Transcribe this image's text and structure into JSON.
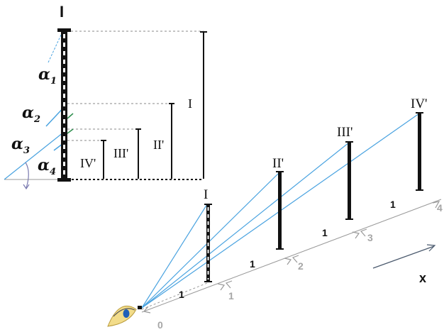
{
  "colors": {
    "sight_line": "#4aa3e0",
    "pole": "#111111",
    "axis": "#999999",
    "dotted": "#888888",
    "green_tick": "#2f8f4f",
    "eye_skin": "#f2dc8a",
    "eye_iris": "#1f5fb8"
  },
  "icons": {
    "eye": "eye-icon",
    "direction_arrow": "arrow-right-icon",
    "angle_arc": "arc-arrow-icon"
  },
  "front_view": {
    "title": "I",
    "alpha_labels": [
      {
        "base": "α",
        "sub": "1"
      },
      {
        "base": "α",
        "sub": "2"
      },
      {
        "base": "α",
        "sub": "3"
      },
      {
        "base": "α",
        "sub": "4"
      }
    ],
    "pole_labels": [
      "IV'",
      "III'",
      "II'",
      "I"
    ]
  },
  "perspective_view": {
    "pole_labels": [
      "I",
      "II'",
      "III'",
      "IV'"
    ],
    "spacing_labels": [
      "1",
      "1",
      "1",
      "1"
    ],
    "axis_ticks": [
      "0",
      "1",
      "2",
      "3",
      "4"
    ],
    "axis_label": "x"
  }
}
